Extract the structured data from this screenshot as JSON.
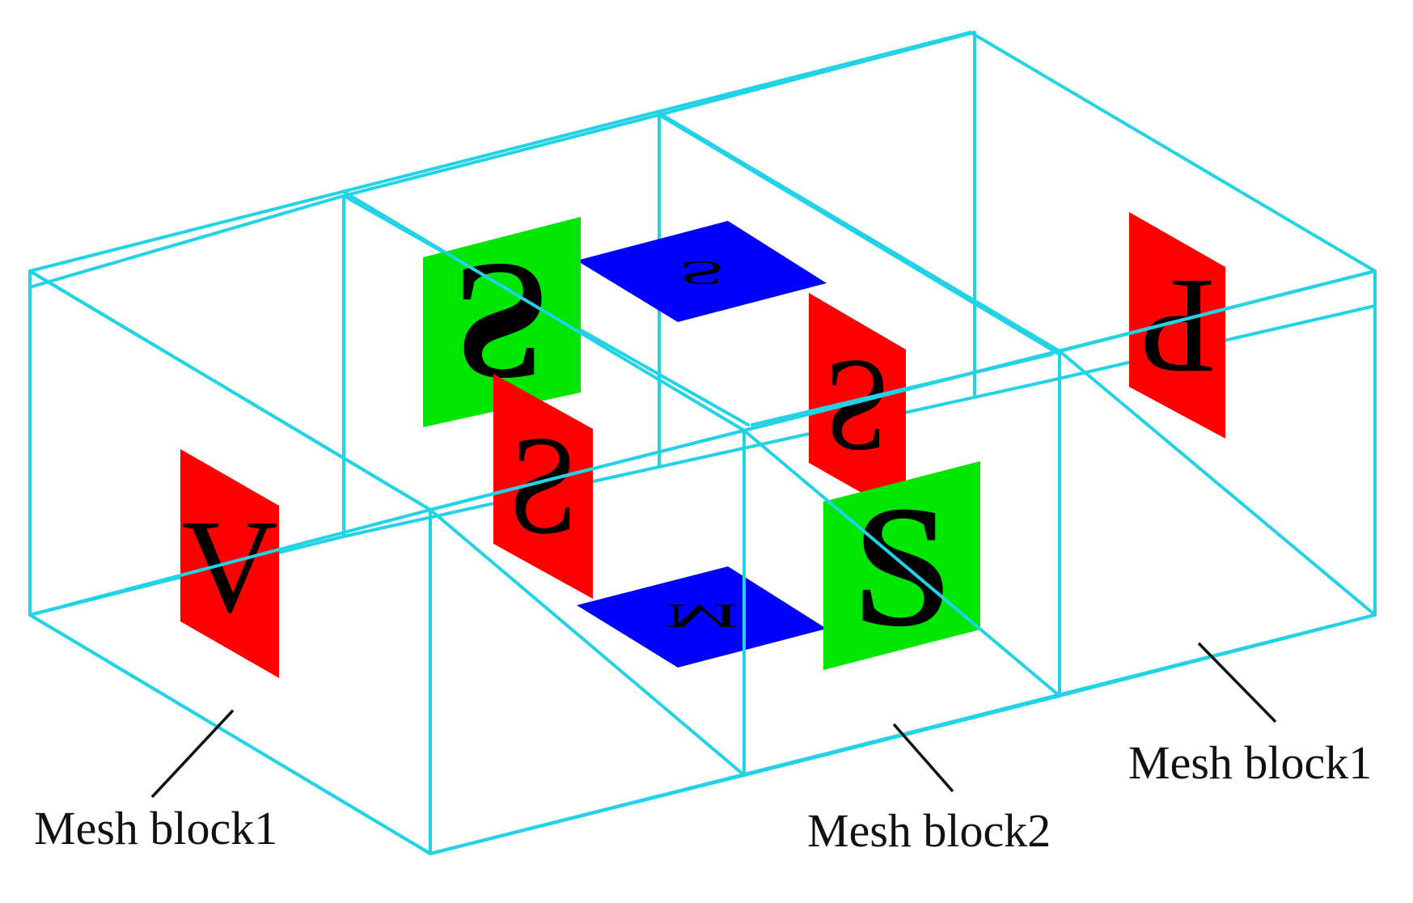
{
  "colors": {
    "mesh_lines": "#22d3e6",
    "plate_red": "#ff0000",
    "plate_green": "#00e600",
    "plate_blue": "#0000ff",
    "leader_lines": "#111111"
  },
  "plates": {
    "west": {
      "letter": "V",
      "color": "red"
    },
    "north_green": {
      "letter": "S",
      "color": "green"
    },
    "north_red": {
      "letter": "S",
      "color": "red"
    },
    "top_blue": {
      "letter": "S",
      "color": "blue"
    },
    "east_red": {
      "letter": "S",
      "color": "red"
    },
    "bottom_blue": {
      "letter": "M",
      "color": "blue"
    },
    "south_green": {
      "letter": "S",
      "color": "green"
    },
    "far_east": {
      "letter": "P",
      "color": "red"
    }
  },
  "labels": {
    "left": "Mesh block1",
    "center": "Mesh block2",
    "right": "Mesh block1"
  }
}
